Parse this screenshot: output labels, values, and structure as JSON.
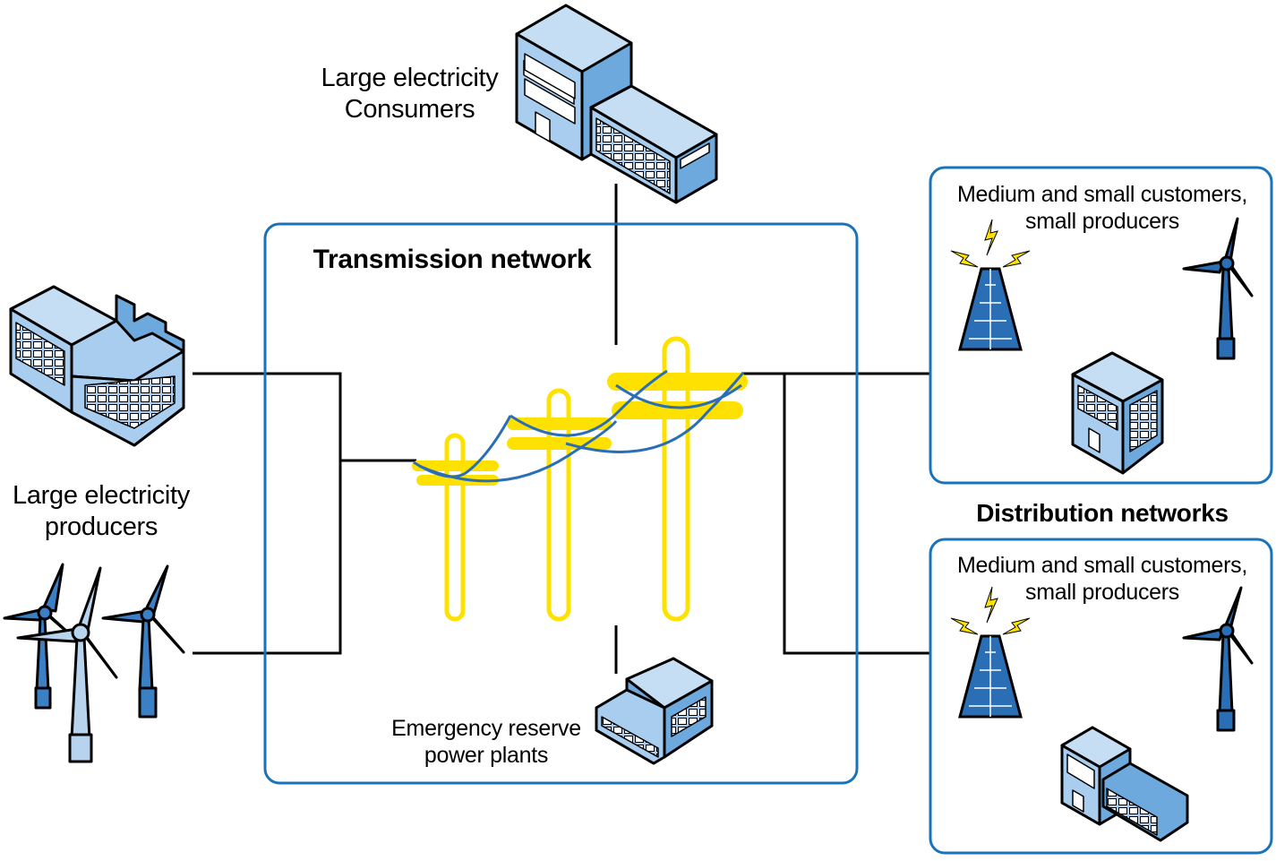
{
  "diagram": {
    "transmission_title": "Transmission network",
    "consumers_label": [
      "Large electricity",
      "Consumers"
    ],
    "producers_label": [
      "Large electricity",
      "producers"
    ],
    "reserve_label": [
      "Emergency reserve",
      "power plants"
    ],
    "distribution_title": "Distribution networks",
    "dist_top_label": [
      "Medium and small customers,",
      "small producers"
    ],
    "dist_bottom_label": [
      "Medium and small customers,",
      "small producers"
    ]
  },
  "colors": {
    "frame_blue": "#1a73b8",
    "building_light": "#a8cdee",
    "building_mid": "#6ea9dd",
    "building_dark": "#3b7fc4",
    "pole_yellow": "#ffe100",
    "wire_blue": "#2a6fb5",
    "turbine_light": "#b7d3ee",
    "line_black": "#000000"
  },
  "icons": [
    "large-consumer-building-icon",
    "factory-icon",
    "wind-turbine-icon",
    "power-pole-icon",
    "radio-tower-icon",
    "office-building-icon"
  ]
}
